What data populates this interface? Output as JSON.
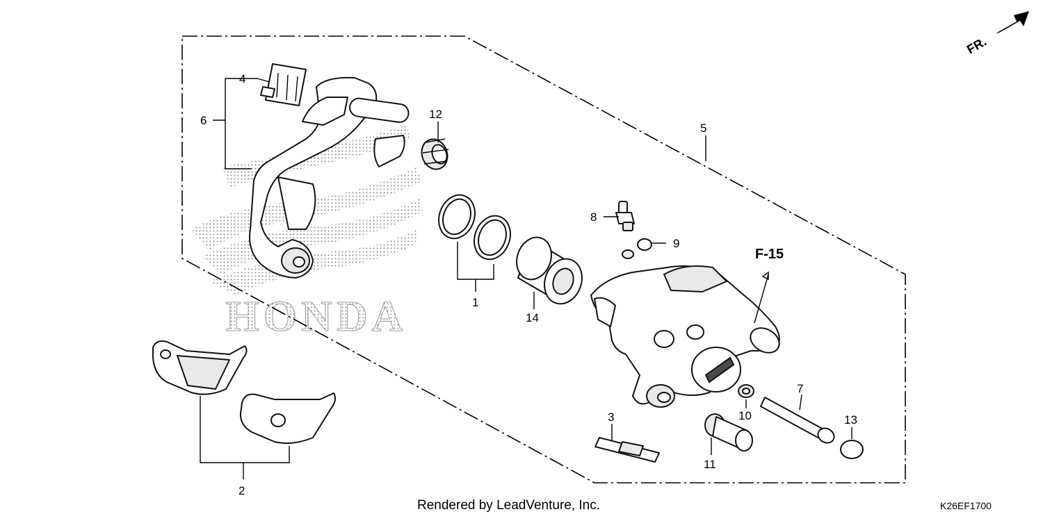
{
  "diagram": {
    "footer": "Rendered by LeadVenture, Inc.",
    "diagram_code": "K26EF1700",
    "reference": "F-15",
    "direction": "FR.",
    "watermark": "HONDA",
    "callouts": {
      "c1": "1",
      "c2": "2",
      "c3": "3",
      "c4": "4",
      "c5": "5",
      "c6": "6",
      "c7": "7",
      "c8": "8",
      "c9": "9",
      "c10": "10",
      "c11": "11",
      "c12": "12",
      "c13": "13",
      "c14": "14"
    }
  }
}
